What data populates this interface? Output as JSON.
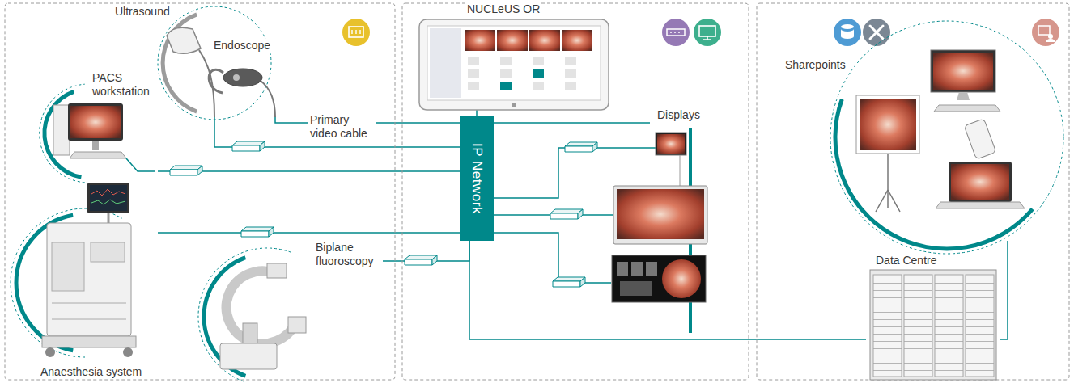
{
  "diagram": {
    "nodes": [
      {
        "text": [
          "Ultrasound",
          "Endoscope"
        ]
      },
      {
        "text": [
          "PACS workstation"
        ]
      },
      {
        "text": [
          "Anaesthesia system"
        ]
      },
      {
        "text": [
          "Biplane fluoroscopy"
        ]
      },
      {
        "text": [
          "NUCLeUS OR"
        ]
      },
      {
        "text": [
          "IP Network"
        ]
      },
      {
        "text": [
          "Displays"
        ]
      },
      {
        "text": [
          "Data Centre"
        ]
      },
      {
        "text": [
          "Sharepoints"
        ]
      }
    ],
    "edges": [
      {
        "from": 0,
        "to": 5,
        "arrow": "none"
      },
      {
        "from": 0,
        "to": 6,
        "arrow": "none",
        "label": "Primary video cable"
      },
      {
        "from": 1,
        "to": 5,
        "arrow": "none"
      },
      {
        "from": 2,
        "to": 5,
        "arrow": "none"
      },
      {
        "from": 3,
        "to": 5,
        "arrow": "none"
      },
      {
        "from": 4,
        "to": 5,
        "arrow": "none"
      },
      {
        "from": 5,
        "to": 6,
        "arrow": "none"
      },
      {
        "from": 5,
        "to": 6,
        "arrow": "none"
      },
      {
        "from": 5,
        "to": 6,
        "arrow": "none"
      },
      {
        "from": 5,
        "to": 7,
        "arrow": "none"
      },
      {
        "from": 7,
        "to": 8,
        "arrow": "none"
      }
    ]
  }
}
